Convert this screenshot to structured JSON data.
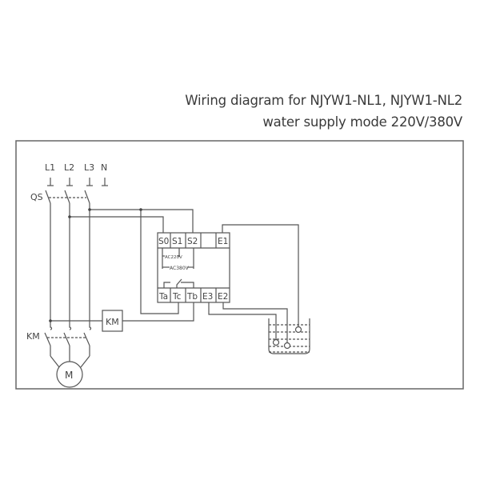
{
  "title": {
    "line1": "Wiring diagram for NJYW1-NL1, NJYW1-NL2",
    "line2": "water supply mode 220V/380V"
  },
  "supply": {
    "phases": [
      "L1",
      "L2",
      "L3",
      "N"
    ],
    "main_switch_label": "QS"
  },
  "contactor": {
    "coil_label": "KM",
    "contacts_label": "KM"
  },
  "motor": {
    "label": "M"
  },
  "relay": {
    "top_terminals": [
      "S0",
      "S1",
      "S2",
      "",
      "E1"
    ],
    "bottom_terminals": [
      "Ta",
      "Tc",
      "Tb",
      "E3",
      "E2"
    ],
    "voltage_220_label": "AC220V",
    "voltage_380_label": "AC380V"
  },
  "tank": {
    "electrodes": [
      "E1",
      "E2",
      "E3"
    ]
  },
  "colors": {
    "line": "#555555",
    "text": "#3a3a3a",
    "frame": "#666666"
  }
}
